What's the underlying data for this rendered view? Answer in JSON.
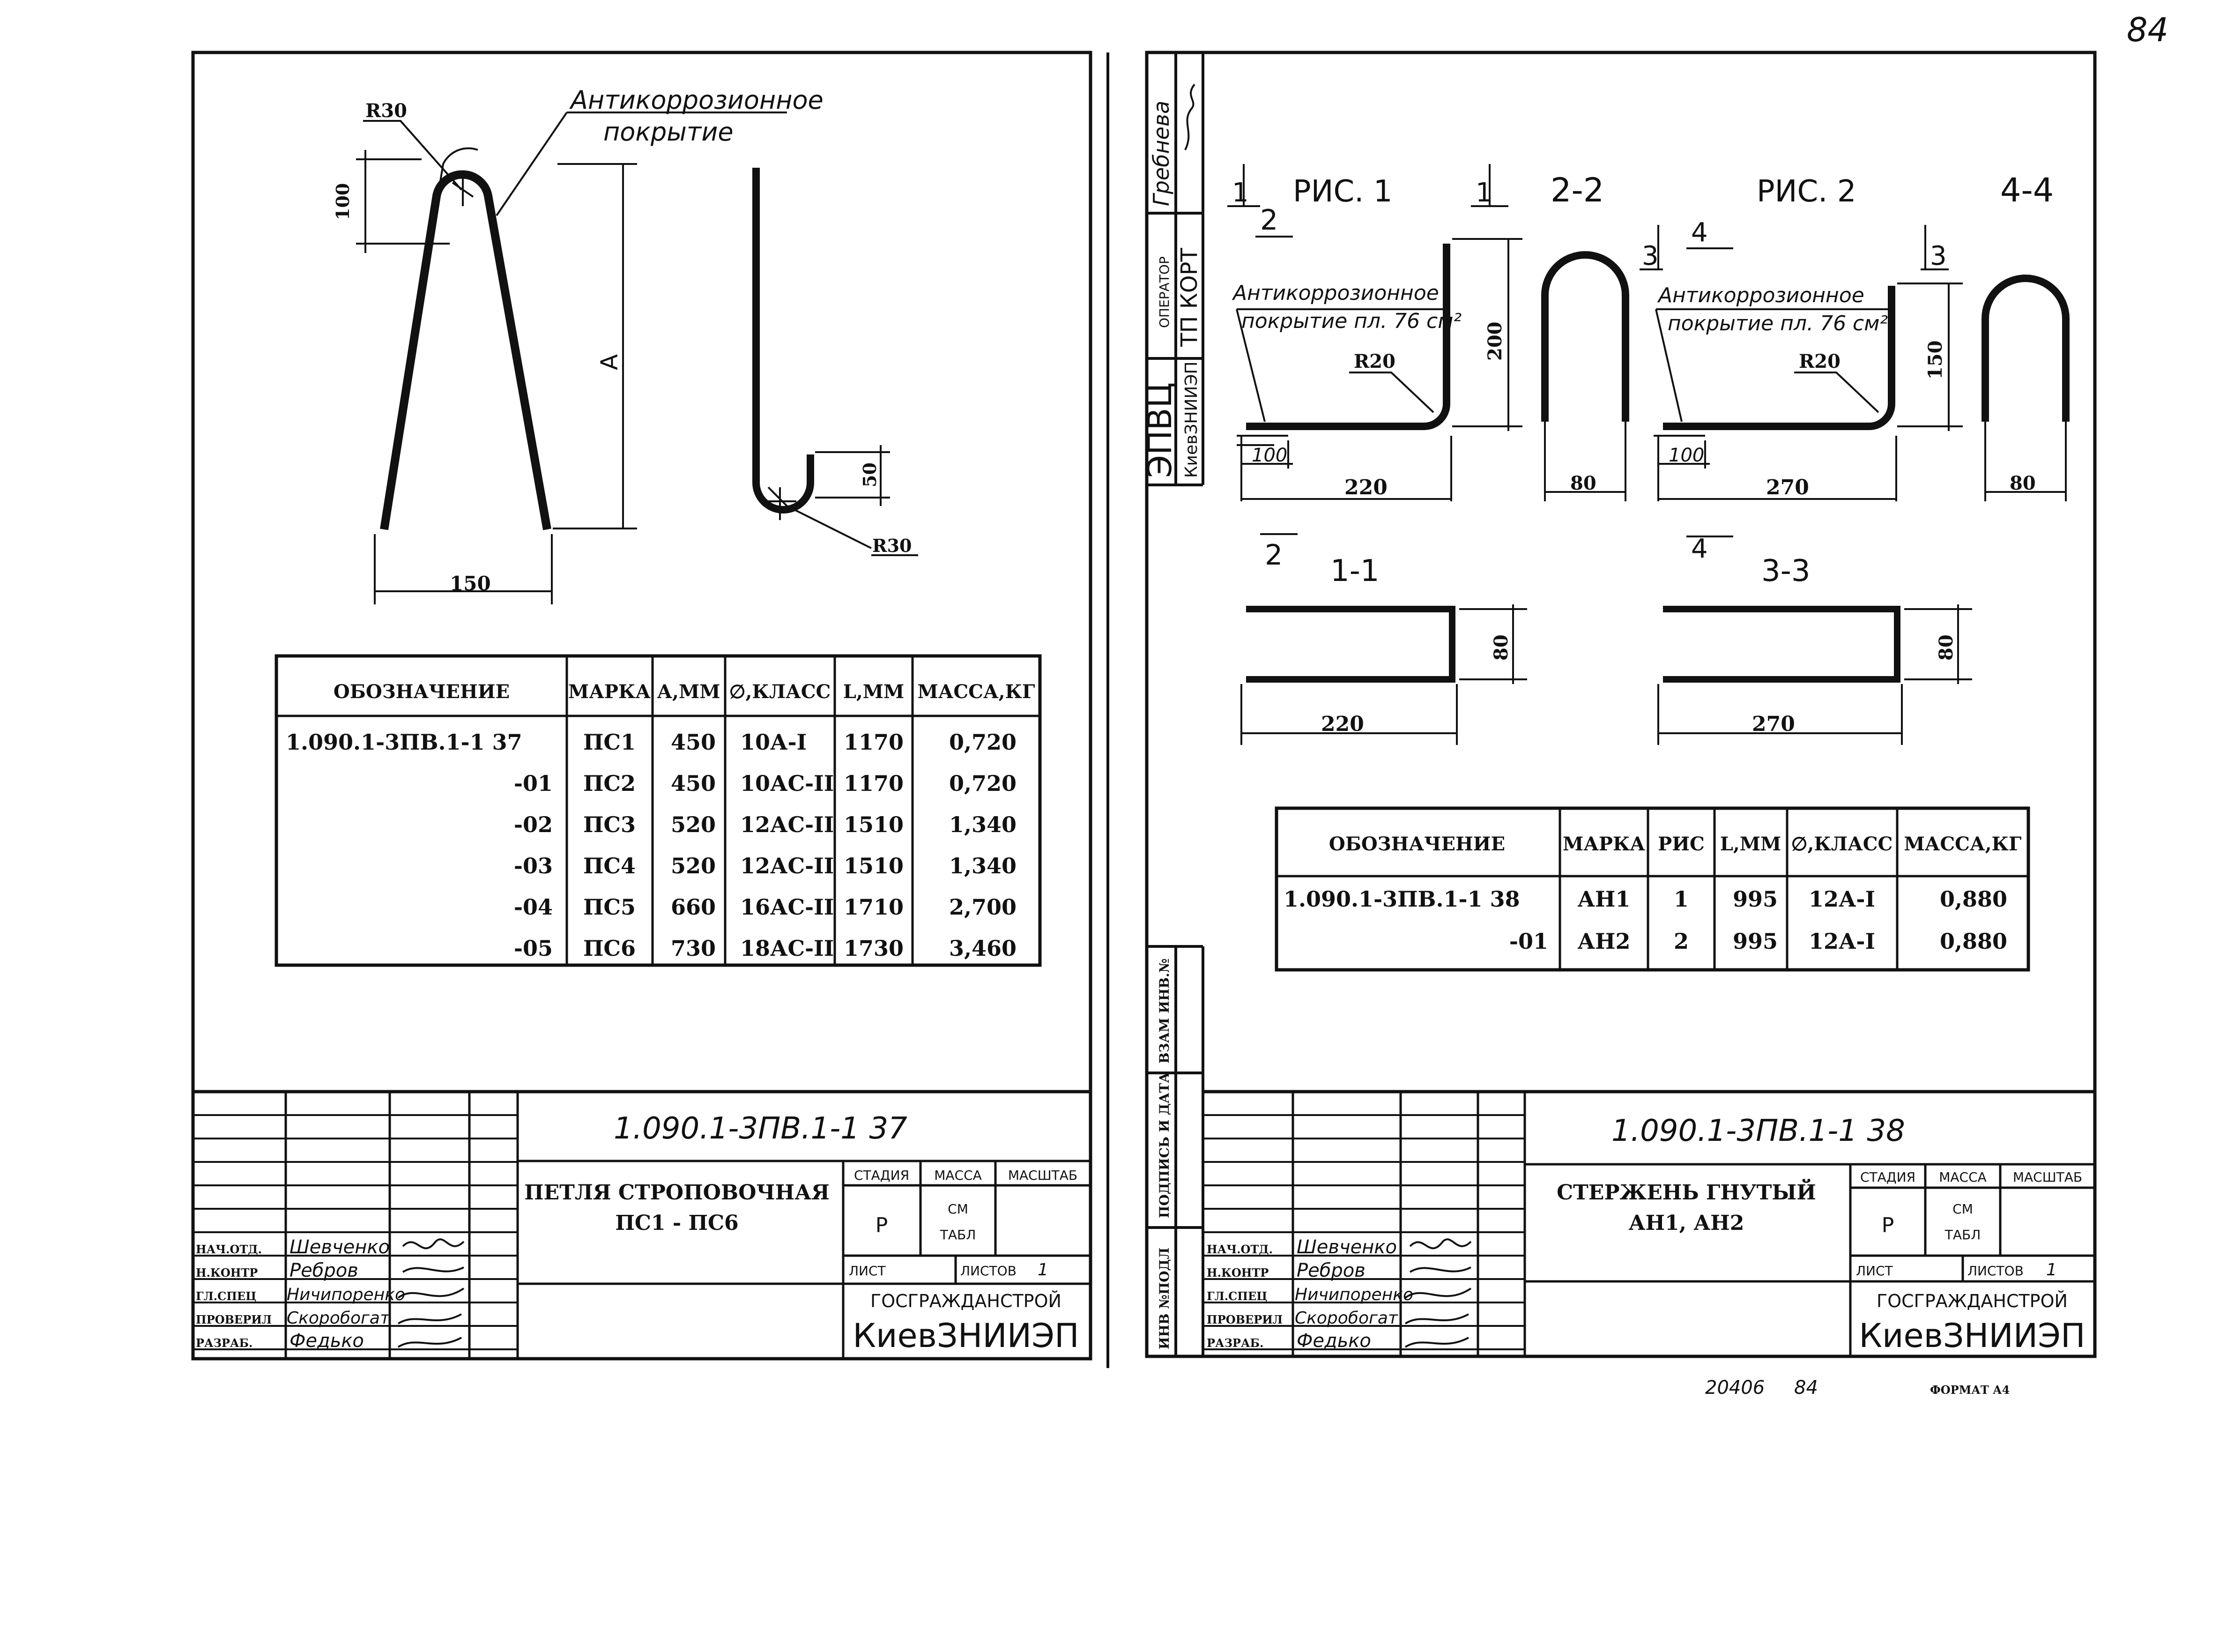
{
  "page_number": "84",
  "sheet_left": {
    "drawing": {
      "coating_label_1": "Антикоррозионное",
      "coating_label_2": "покрытие",
      "radius_top": "R30",
      "radius_hook": "R30",
      "dim_100": "100",
      "dim_A": "A",
      "dim_150": "150",
      "dim_50": "50"
    },
    "table": {
      "headers": [
        "ОБОЗНАЧЕНИЕ",
        "МАРКА",
        "А,ММ",
        "∅,КЛАСС",
        "L,ММ",
        "МАССА,КГ"
      ],
      "rows": [
        [
          "1.090.1-3ПВ.1-1 37",
          "ПС1",
          "450",
          "10А-I",
          "1170",
          "0,720"
        ],
        [
          "-01",
          "ПС2",
          "450",
          "10АС-II",
          "1170",
          "0,720"
        ],
        [
          "-02",
          "ПС3",
          "520",
          "12АС-II",
          "1510",
          "1,340"
        ],
        [
          "-03",
          "ПС4",
          "520",
          "12АС-II",
          "1510",
          "1,340"
        ],
        [
          "-04",
          "ПС5",
          "660",
          "16АС-II",
          "1710",
          "2,700"
        ],
        [
          "-05",
          "ПС6",
          "730",
          "18АС-II",
          "1730",
          "3,460"
        ]
      ]
    },
    "title_block": {
      "code": "1.090.1-3ПВ.1-1  37",
      "title_1": "ПЕТЛЯ СТРОПОВОЧНАЯ",
      "title_2": "ПС1 - ПС6",
      "stage_h": "СТАДИЯ",
      "mass_h": "МАССА",
      "scale_h": "МАСШТАБ",
      "stage": "Р",
      "mass_1": "СМ",
      "mass_2": "ТАБЛ",
      "sheet_h": "ЛИСТ",
      "sheets_h": "ЛИСТОВ",
      "sheets": "1",
      "org_1": "ГОСГРАЖДАНСТРОЙ",
      "org_2": "КиевЗНИИЭП",
      "people": [
        {
          "role": "НАЧ.ОТД.",
          "name": "Шевченко"
        },
        {
          "role": "Н.КОНТР",
          "name": "Ребров"
        },
        {
          "role": "ГЛ.СПЕЦ",
          "name": "Ничипоренко"
        },
        {
          "role": "ПРОВЕРИЛ",
          "name": "Скоробогат"
        },
        {
          "role": "РАЗРАБ.",
          "name": "Федько"
        }
      ]
    }
  },
  "sheet_right": {
    "side_labels": {
      "name": "Гребнева",
      "operator": "ОПЕРАТОР",
      "tp": "ТП КОРТ",
      "epvc": "ЭПВЦ",
      "org": "КиевЗНИИЭП",
      "inv_zam": "ВЗАМ ИНВ.№",
      "sign_date": "ПОДПИСЬ И ДАТА",
      "inv_podl": "ИНВ №ПОДЛ"
    },
    "drawing": {
      "fig1": "РИС. 1",
      "fig2": "РИС. 2",
      "sec_1": "1",
      "sec_2": "2",
      "sec_3": "3",
      "sec_4": "4",
      "sec_22": "2-2",
      "sec_44": "4-4",
      "sec_11": "1-1",
      "sec_33": "3-3",
      "coating_1": "Антикоррозионное",
      "coating_2": "покрытие пл. 76 см²",
      "r20": "R20",
      "dim_200": "200",
      "dim_150": "150",
      "dim_100": "100",
      "dim_220": "220",
      "dim_270": "270",
      "dim_80": "80"
    },
    "table": {
      "headers": [
        "ОБОЗНАЧЕНИЕ",
        "МАРКА",
        "РИС",
        "L,ММ",
        "∅,КЛАСС",
        "МАССА,КГ"
      ],
      "rows": [
        [
          "1.090.1-3ПВ.1-1 38",
          "АН1",
          "1",
          "995",
          "12А-I",
          "0,880"
        ],
        [
          "-01",
          "АН2",
          "2",
          "995",
          "12А-I",
          "0,880"
        ]
      ]
    },
    "title_block": {
      "code": "1.090.1-3ПВ.1-1  38",
      "title_1": "СТЕРЖЕНЬ ГНУТЫЙ",
      "title_2": "АН1, АН2",
      "stage_h": "СТАДИЯ",
      "mass_h": "МАССА",
      "scale_h": "МАСШТАБ",
      "stage": "Р",
      "mass_1": "СМ",
      "mass_2": "ТАБЛ",
      "sheet_h": "ЛИСТ",
      "sheets_h": "ЛИСТОВ",
      "sheets": "1",
      "org_1": "ГОСГРАЖДАНСТРОЙ",
      "org_2": "КиевЗНИИЭП",
      "people": [
        {
          "role": "НАЧ.ОТД.",
          "name": "Шевченко"
        },
        {
          "role": "Н.КОНТР",
          "name": "Ребров"
        },
        {
          "role": "ГЛ.СПЕЦ",
          "name": "Ничипоренко"
        },
        {
          "role": "ПРОВЕРИЛ",
          "name": "Скоробогат"
        },
        {
          "role": "РАЗРАБ.",
          "name": "Федько"
        }
      ]
    }
  },
  "footer": {
    "doc_number": "20406",
    "page": "84",
    "format": "ФОРМАТ А4"
  }
}
